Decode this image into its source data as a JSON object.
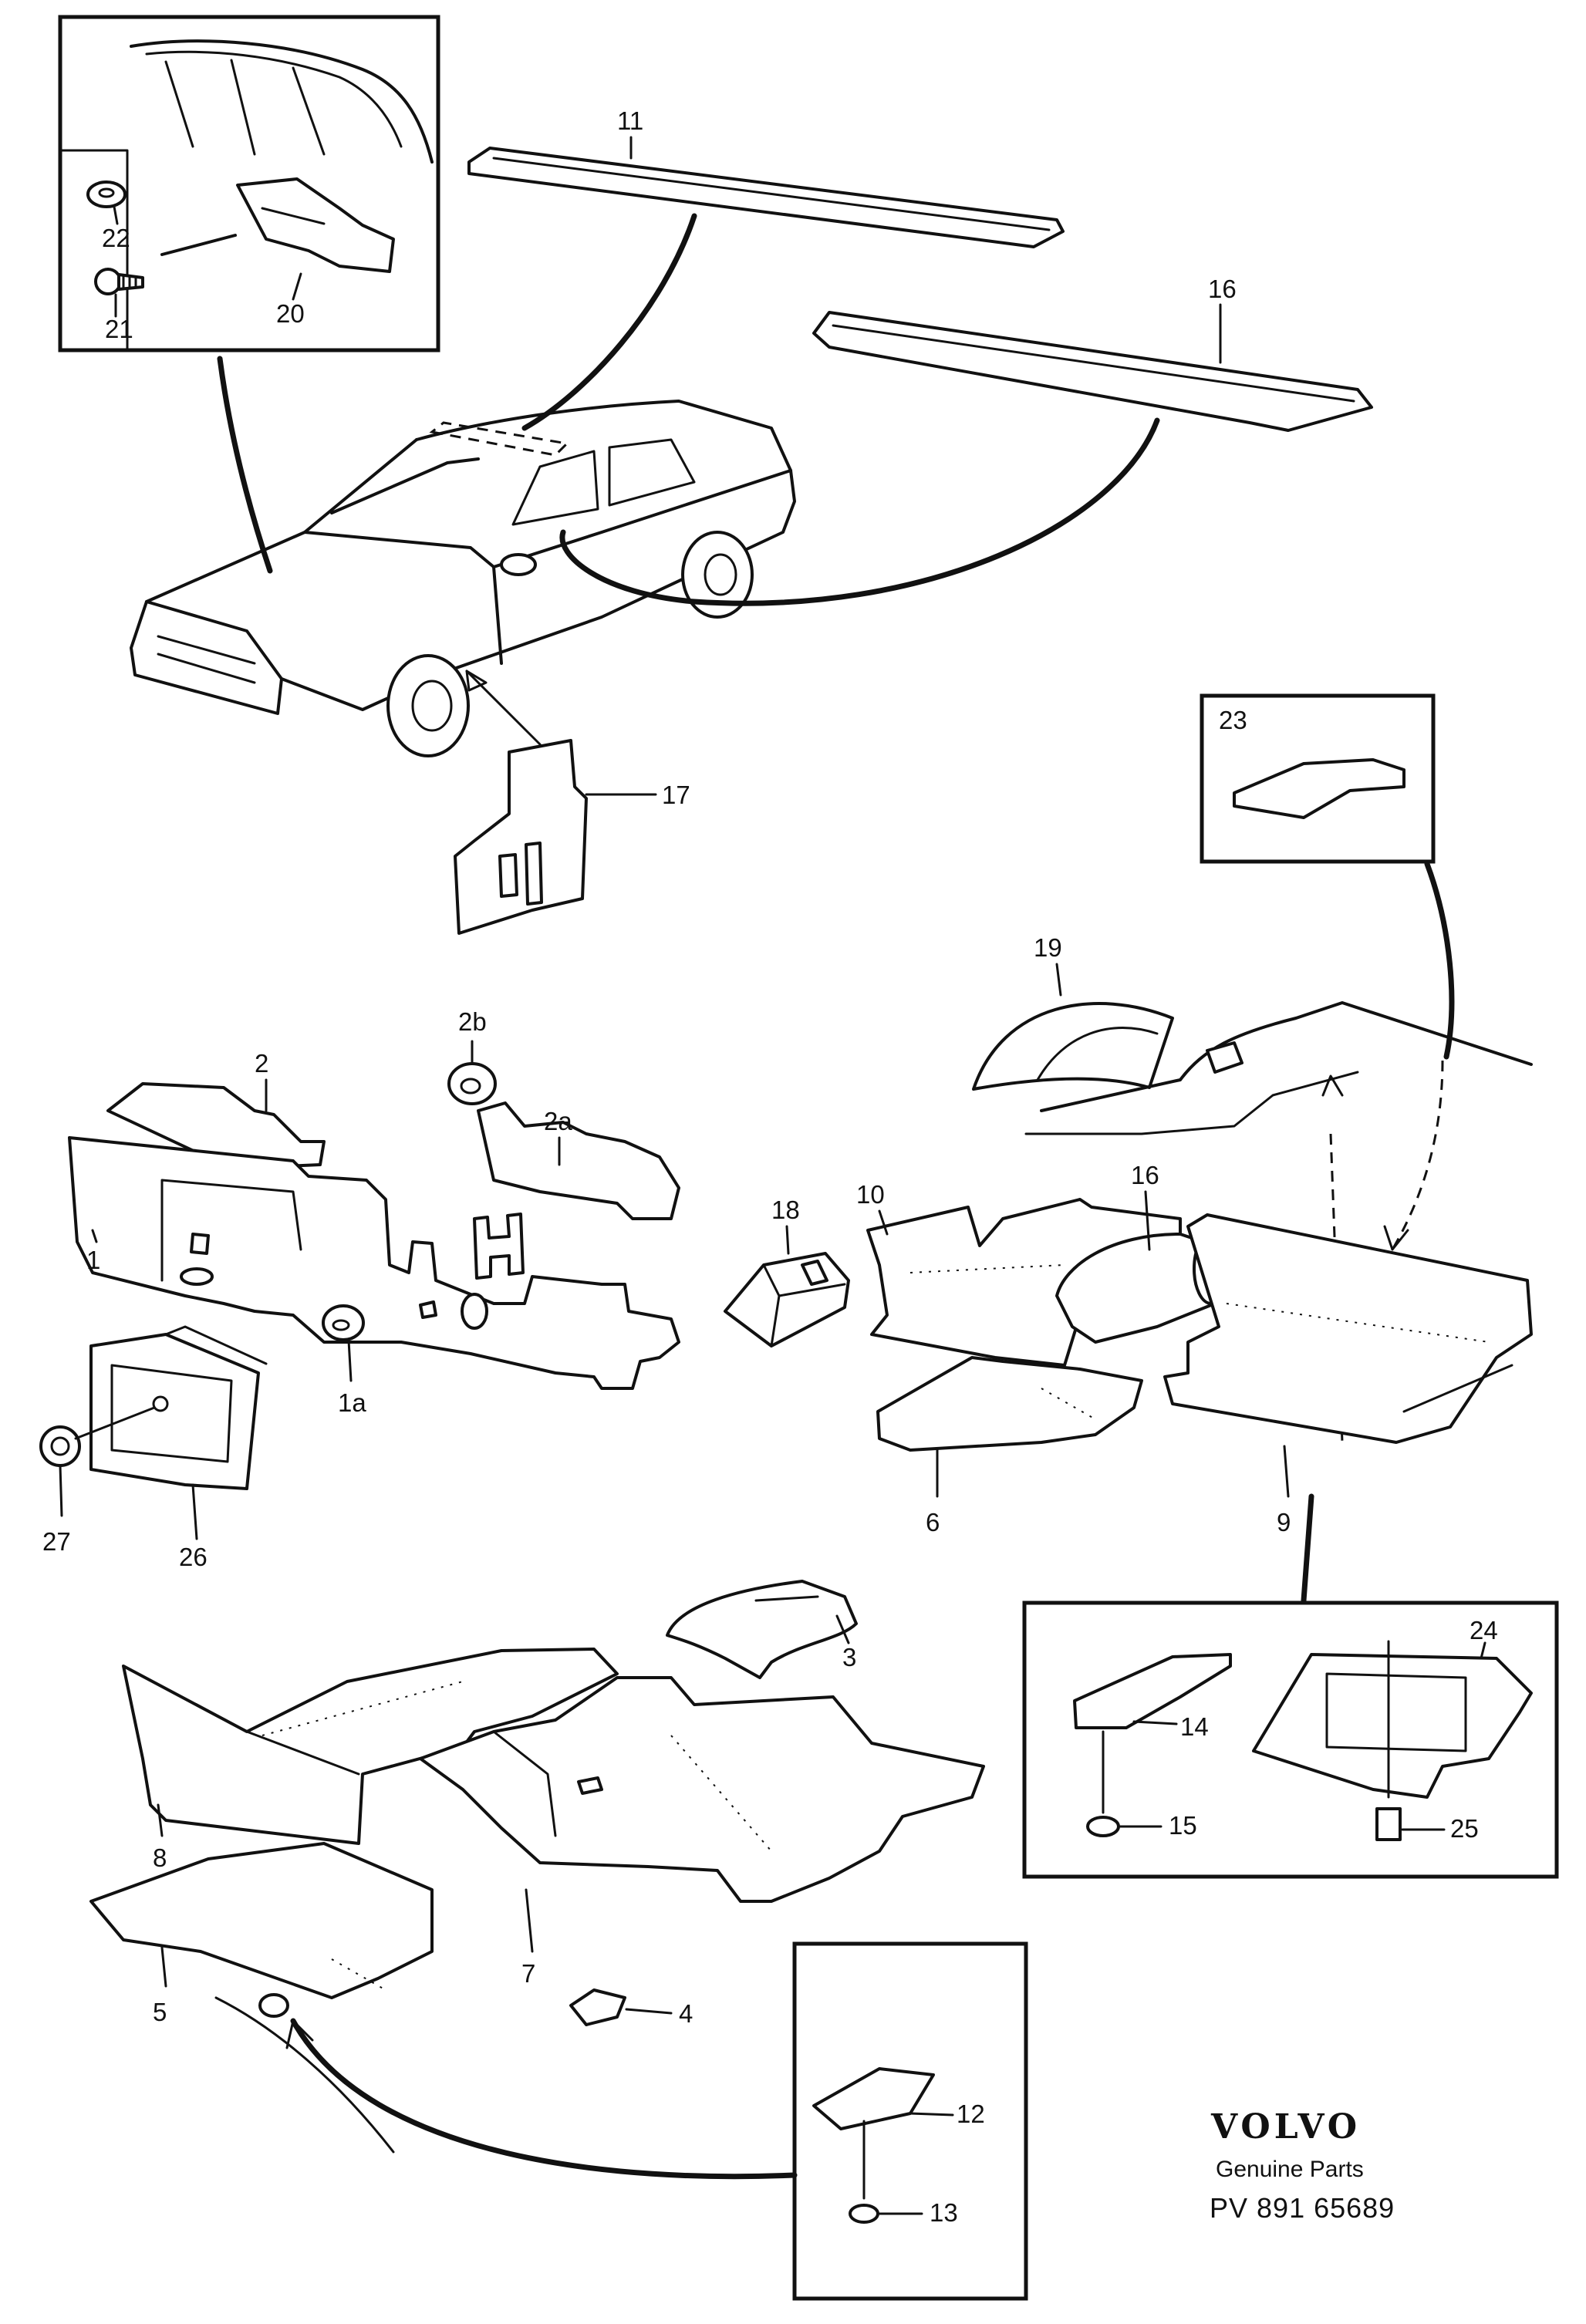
{
  "callouts": {
    "c1": "1",
    "c1a": "1a",
    "c2": "2",
    "c2a": "2a",
    "c2b": "2b",
    "c3": "3",
    "c4": "4",
    "c5": "5",
    "c6": "6",
    "c7": "7",
    "c8": "8",
    "c9": "9",
    "c10": "10",
    "c11": "11",
    "c12": "12",
    "c13": "13",
    "c14": "14",
    "c15": "15",
    "c16_top": "16",
    "c16_floor": "16",
    "c17": "17",
    "c18": "18",
    "c19": "19",
    "c20": "20",
    "c21": "21",
    "c22": "22",
    "c23": "23",
    "c24": "24",
    "c25": "25",
    "c26": "26",
    "c27": "27"
  },
  "brand": {
    "logo": "VOLVO",
    "tagline": "Genuine Parts",
    "part_number": "PV 891 65689"
  }
}
